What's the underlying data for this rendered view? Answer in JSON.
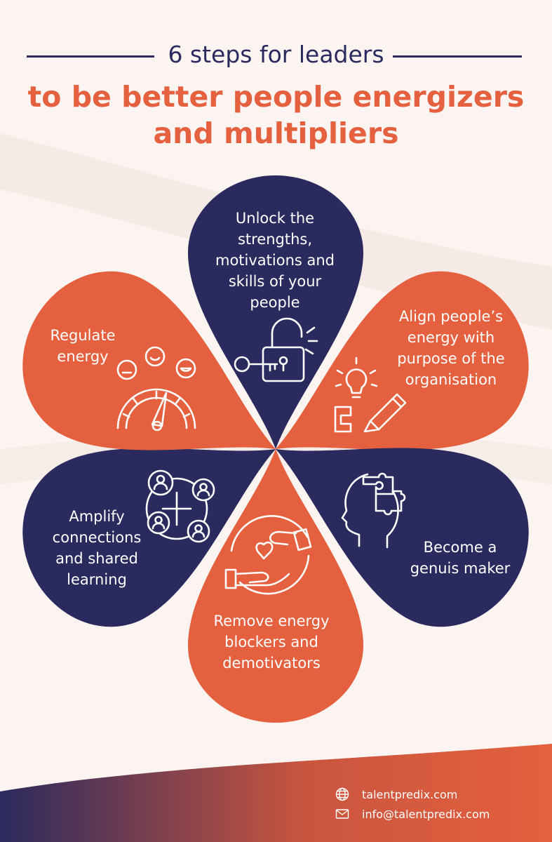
{
  "header": {
    "kicker": "6 steps for leaders",
    "title_line1": "to be better people energizers",
    "title_line2": "and multipliers"
  },
  "colors": {
    "navy": "#2b2a5e",
    "orange": "#e5603e",
    "background": "#fbf4f1"
  },
  "steps": [
    {
      "lines": [
        "Unlock the",
        "strengths,",
        "motivations and",
        "skills of your",
        "people"
      ],
      "icon": "padlock-key-icon",
      "color": "navy"
    },
    {
      "lines": [
        "Align people’s",
        "energy with",
        "purpose of the",
        "organisation"
      ],
      "icon": "lightbulb-pencil-icon",
      "color": "orange"
    },
    {
      "lines": [
        "Become a",
        "genuis maker"
      ],
      "icon": "head-puzzle-icon",
      "color": "navy"
    },
    {
      "lines": [
        "Remove energy",
        "blockers and",
        "demotivators"
      ],
      "icon": "hand-heart-icon",
      "color": "orange"
    },
    {
      "lines": [
        "Amplify",
        "connections",
        "and shared",
        "learning"
      ],
      "icon": "people-network-icon",
      "color": "navy"
    },
    {
      "lines": [
        "Regulate",
        "energy"
      ],
      "icon": "energy-gauge-icon",
      "color": "orange"
    }
  ],
  "footer": {
    "website": "talentpredix.com",
    "email": "info@talentpredix.com"
  }
}
